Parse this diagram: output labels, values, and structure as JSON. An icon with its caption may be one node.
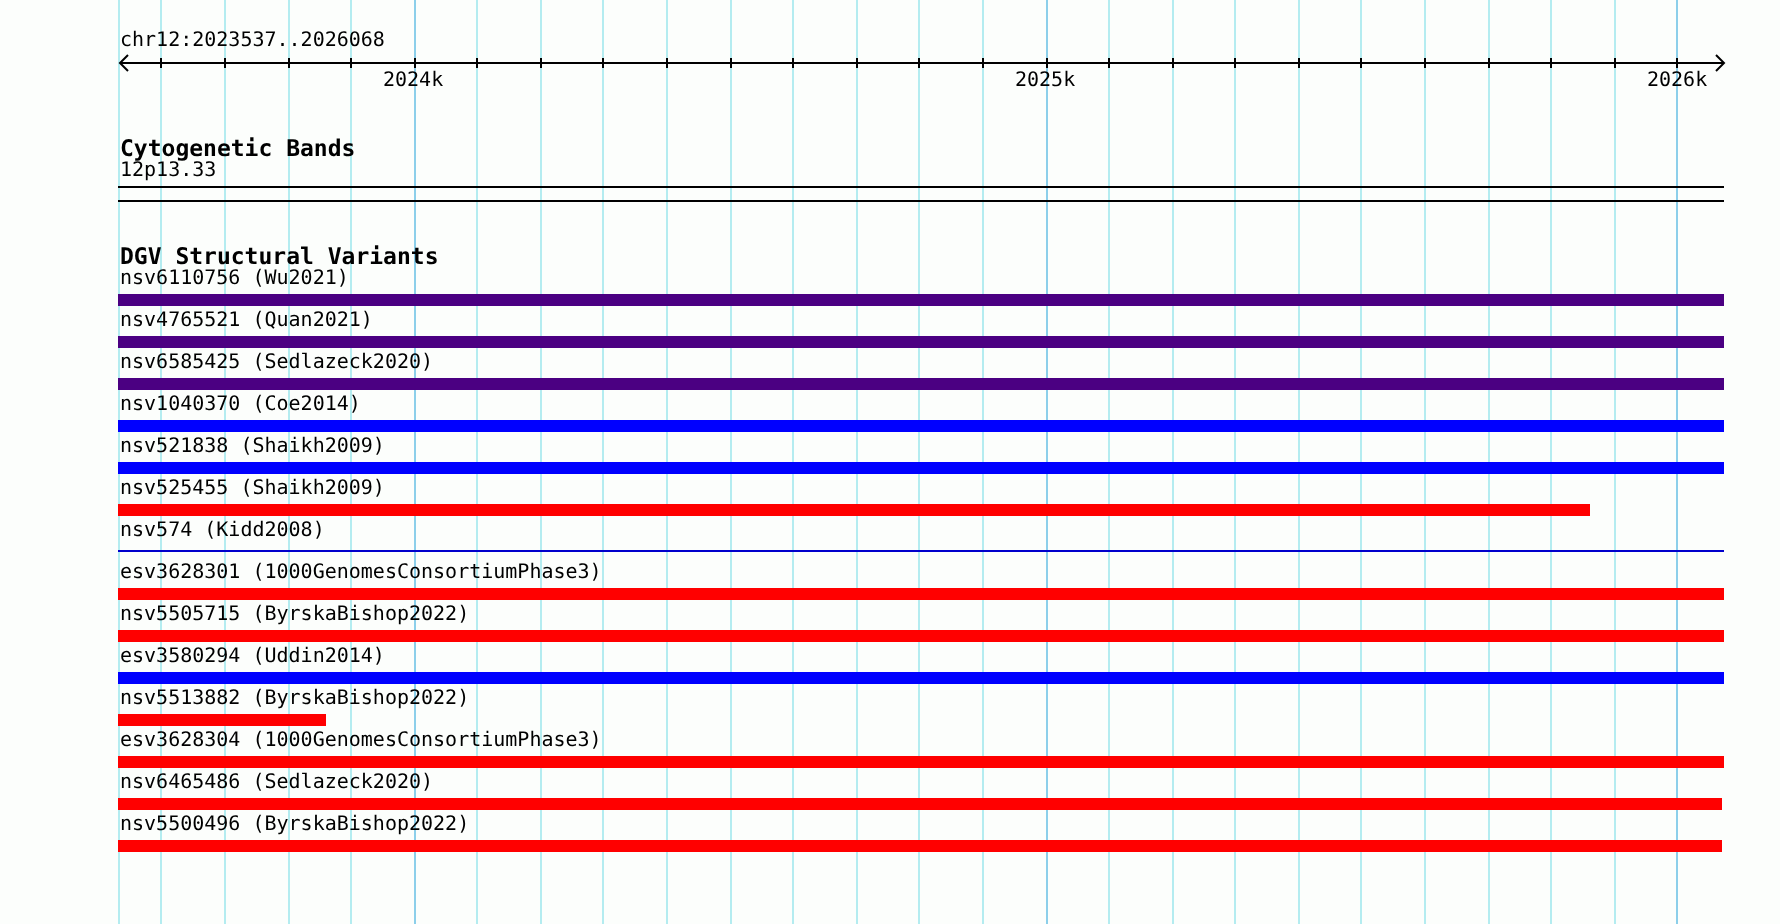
{
  "diagram": {
    "nodes": [
      {
        "text": [
          "12p13.33"
        ]
      },
      {
        "text": [
          "nsv6110756 (Wu2021)"
        ]
      },
      {
        "text": [
          "nsv4765521 (Quan2021)"
        ]
      },
      {
        "text": [
          "nsv6585425 (Sedlazeck2020)"
        ]
      },
      {
        "text": [
          "nsv1040370 (Coe2014)"
        ]
      },
      {
        "text": [
          "nsv521838 (Shaikh2009)"
        ]
      },
      {
        "text": [
          "nsv525455 (Shaikh2009)"
        ]
      },
      {
        "text": [
          "nsv574 (Kidd2008)"
        ]
      },
      {
        "text": [
          "esv3628301 (1000GenomesConsortiumPhase3)"
        ]
      },
      {
        "text": [
          "nsv5505715 (ByrskaBishop2022)"
        ]
      },
      {
        "text": [
          "esv3580294 (Uddin2014)"
        ]
      },
      {
        "text": [
          "nsv5513882 (ByrskaBishop2022)"
        ]
      },
      {
        "text": [
          "esv3628304 (1000GenomesConsortiumPhase3)"
        ]
      },
      {
        "text": [
          "nsv6465486 (Sedlazeck2020)"
        ]
      },
      {
        "text": [
          "nsv5500496 (ByrskaBishop2022)"
        ]
      }
    ],
    "labels": [
      "chr12:2023537..2026068",
      "2024k",
      "2025k",
      "2026k",
      "Cytogenetic Bands",
      "DGV Structural Variants"
    ]
  }
}
